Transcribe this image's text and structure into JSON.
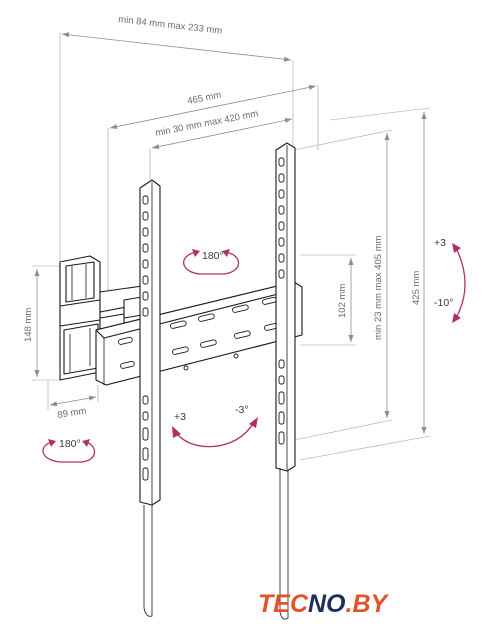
{
  "dimensions": {
    "arm_extension": "min 84 mm max 233 mm",
    "overall_width": "465 mm",
    "horizontal_spacing": "min 30 mm max 420 mm",
    "vertical_spacing": "min 23 mm max 405 mm",
    "overall_height": "425 mm",
    "plate_height": "102 mm",
    "wall_plate_height": "148 mm",
    "wall_plate_depth": "89 mm"
  },
  "angles": {
    "rotation_top": "180°",
    "rotation_bottom": "180°",
    "tilt_up": "+3",
    "tilt_down": "-10°",
    "swivel_plus": "+3",
    "swivel_minus": "-3°"
  },
  "brand": {
    "name_part1": "TEC",
    "name_part2": "NO",
    "name_part3": ".BY",
    "color_primary": "#e2522b",
    "color_secondary": "#1f2f5c"
  },
  "colors": {
    "arrow": "#b0306a",
    "line": "#1a1a1a"
  }
}
